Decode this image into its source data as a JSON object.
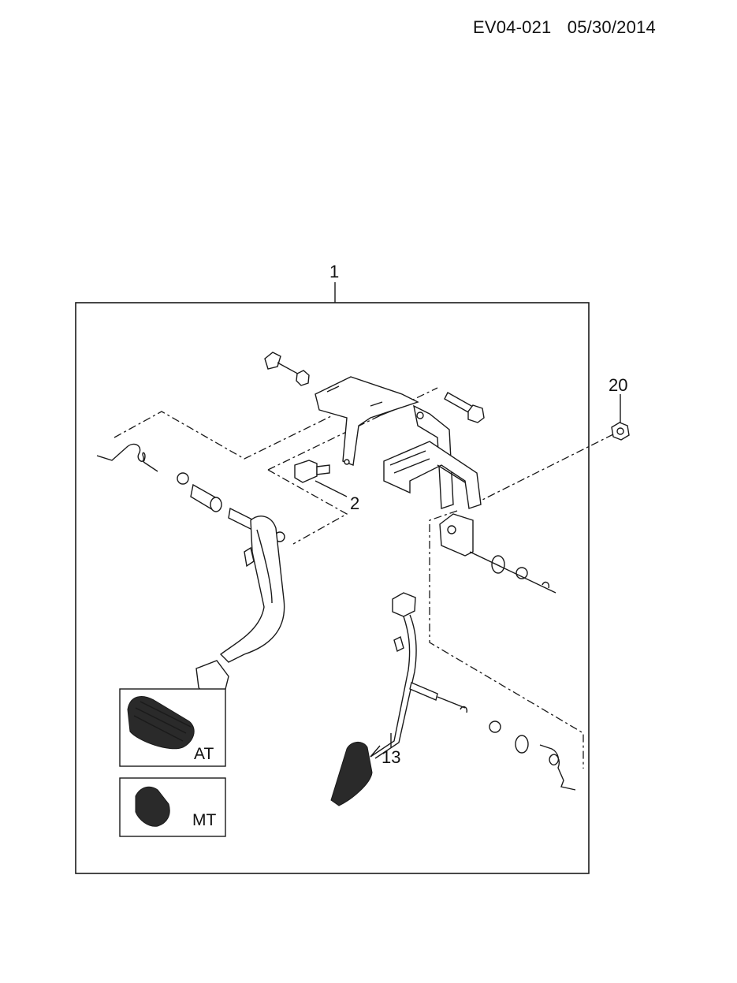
{
  "header": {
    "doc_code": "EV04-021",
    "date": "05/30/2014"
  },
  "callouts": {
    "assembly": "1",
    "switch": "2",
    "accel_pedal": "13",
    "nut": "20"
  },
  "insets": {
    "automatic": "AT",
    "manual": "MT"
  }
}
